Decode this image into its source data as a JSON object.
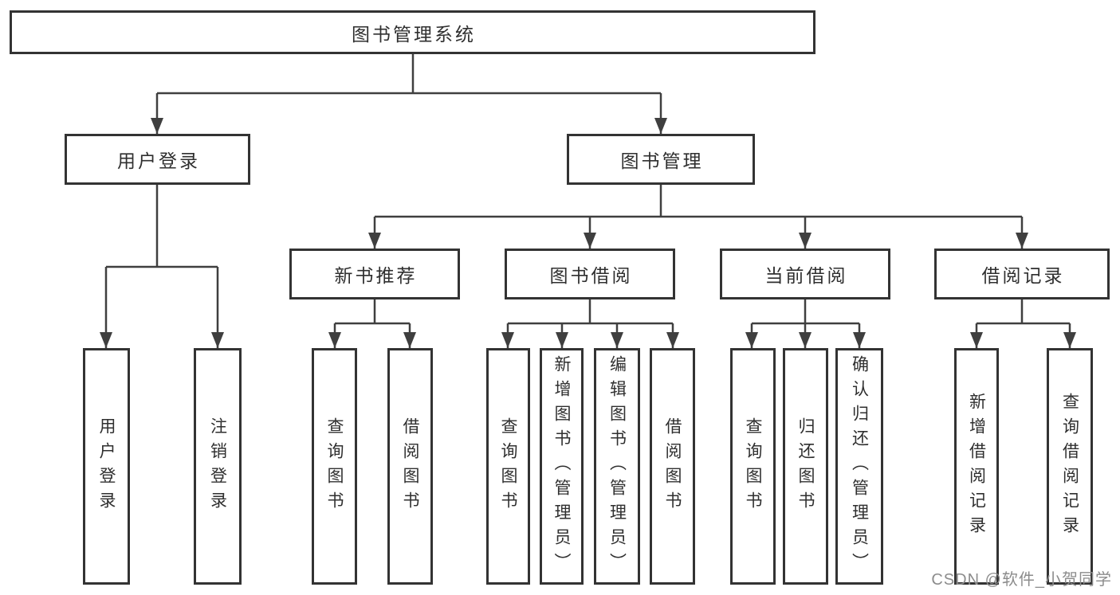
{
  "diagram": {
    "title": "图书管理系统",
    "root": {
      "label": "图书管理系统"
    },
    "level2": [
      {
        "label": "用户登录"
      },
      {
        "label": "图书管理"
      }
    ],
    "level3": [
      {
        "label": "新书推荐",
        "parent": "图书管理"
      },
      {
        "label": "图书借阅",
        "parent": "图书管理"
      },
      {
        "label": "当前借阅",
        "parent": "图书管理"
      },
      {
        "label": "借阅记录",
        "parent": "图书管理"
      }
    ],
    "leaves": [
      {
        "label": "用户登录",
        "parent": "用户登录"
      },
      {
        "label": "注销登录",
        "parent": "用户登录"
      },
      {
        "label": "查询图书",
        "parent": "新书推荐"
      },
      {
        "label": "借阅图书",
        "parent": "新书推荐"
      },
      {
        "label": "查询图书",
        "parent": "图书借阅"
      },
      {
        "label": "新增图书（管理员）",
        "parent": "图书借阅"
      },
      {
        "label": "编辑图书（管理员）",
        "parent": "图书借阅"
      },
      {
        "label": "借阅图书",
        "parent": "图书借阅"
      },
      {
        "label": "查询图书",
        "parent": "当前借阅"
      },
      {
        "label": "归还图书",
        "parent": "当前借阅"
      },
      {
        "label": "确认归还（管理员）",
        "parent": "当前借阅"
      },
      {
        "label": "新增借阅记录",
        "parent": "借阅记录"
      },
      {
        "label": "查询借阅记录",
        "parent": "借阅记录"
      }
    ],
    "colors": {
      "line": "#3f3f3f",
      "box_border": "#333333",
      "text": "#2f2f2f",
      "watermark": "#8c8c8c",
      "background": "#ffffff"
    }
  },
  "watermark": {
    "text": "CSDN @软件_小贺同学"
  }
}
